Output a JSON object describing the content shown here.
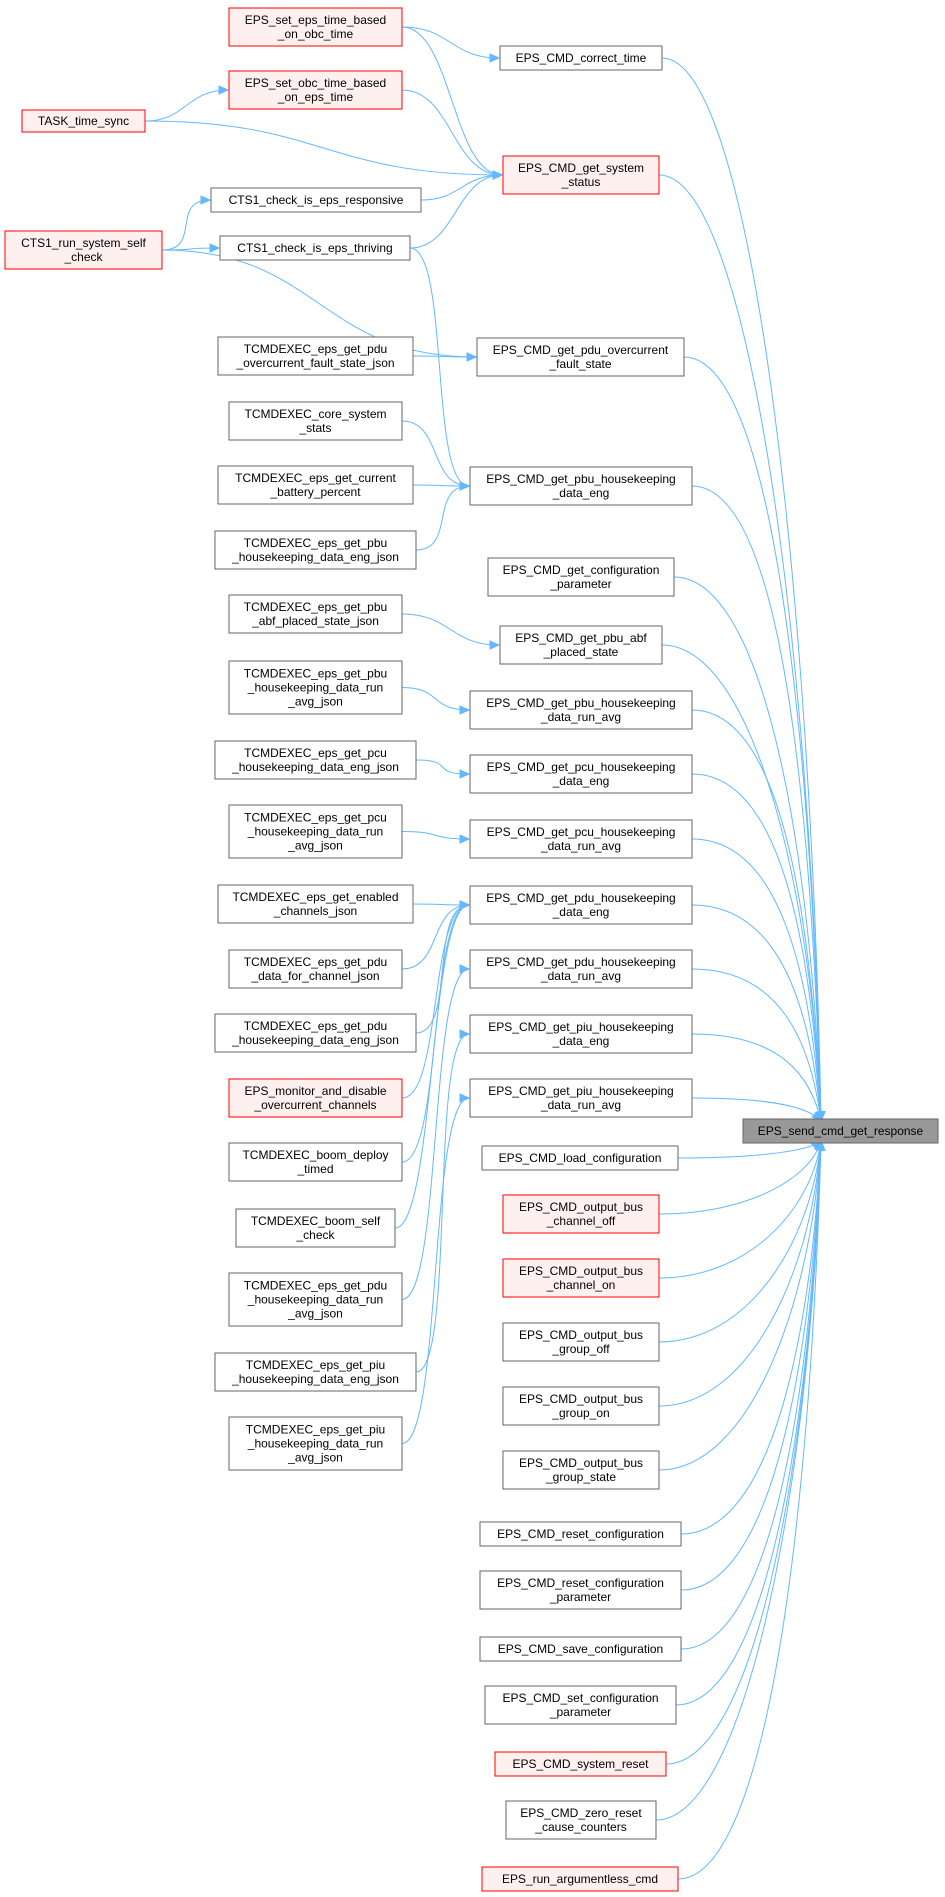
{
  "colors": {
    "edge": "#63b8ff",
    "node_border": "#666666",
    "node_fill": "#ffffff",
    "highlight_border": "#ff0000",
    "highlight_fill": "#fff0f0",
    "focus_fill": "#999999",
    "focus_border": "#666666"
  },
  "nodes": {
    "n_set_eps_time": {
      "lines": [
        "EPS_set_eps_time_based",
        "_on_obc_time"
      ],
      "style": "red"
    },
    "n_set_obc_time": {
      "lines": [
        "EPS_set_obc_time_based",
        "_on_eps_time"
      ],
      "style": "red"
    },
    "n_task_time_sync": {
      "lines": [
        "TASK_time_sync"
      ],
      "style": "red"
    },
    "n_correct_time": {
      "lines": [
        "EPS_CMD_correct_time"
      ],
      "style": "normal"
    },
    "n_get_system_status": {
      "lines": [
        "EPS_CMD_get_system",
        "_status"
      ],
      "style": "red"
    },
    "n_cts1_responsive": {
      "lines": [
        "CTS1_check_is_eps_responsive"
      ],
      "style": "normal"
    },
    "n_cts1_self_check": {
      "lines": [
        "CTS1_run_system_self",
        "_check"
      ],
      "style": "red"
    },
    "n_cts1_thriving": {
      "lines": [
        "CTS1_check_is_eps_thriving"
      ],
      "style": "normal"
    },
    "n_tc_pdu_overcurrent_json": {
      "lines": [
        "TCMDEXEC_eps_get_pdu",
        "_overcurrent_fault_state_json"
      ],
      "style": "normal"
    },
    "n_pdu_overcurrent": {
      "lines": [
        "EPS_CMD_get_pdu_overcurrent",
        "_fault_state"
      ],
      "style": "normal"
    },
    "n_tc_core_stats": {
      "lines": [
        "TCMDEXEC_core_system",
        "_stats"
      ],
      "style": "normal"
    },
    "n_tc_battery_percent": {
      "lines": [
        "TCMDEXEC_eps_get_current",
        "_battery_percent"
      ],
      "style": "normal"
    },
    "n_pbu_hk_eng": {
      "lines": [
        "EPS_CMD_get_pbu_housekeeping",
        "_data_eng"
      ],
      "style": "normal"
    },
    "n_tc_pbu_hk_eng_json": {
      "lines": [
        "TCMDEXEC_eps_get_pbu",
        "_housekeeping_data_eng_json"
      ],
      "style": "normal"
    },
    "n_get_config_param": {
      "lines": [
        "EPS_CMD_get_configuration",
        "_parameter"
      ],
      "style": "normal"
    },
    "n_tc_pbu_abf_json": {
      "lines": [
        "TCMDEXEC_eps_get_pbu",
        "_abf_placed_state_json"
      ],
      "style": "normal"
    },
    "n_pbu_abf": {
      "lines": [
        "EPS_CMD_get_pbu_abf",
        "_placed_state"
      ],
      "style": "normal"
    },
    "n_tc_pbu_hk_run_avg_json": {
      "lines": [
        "TCMDEXEC_eps_get_pbu",
        "_housekeeping_data_run",
        "_avg_json"
      ],
      "style": "normal"
    },
    "n_pbu_hk_run_avg": {
      "lines": [
        "EPS_CMD_get_pbu_housekeeping",
        "_data_run_avg"
      ],
      "style": "normal"
    },
    "n_tc_pcu_hk_eng_json": {
      "lines": [
        "TCMDEXEC_eps_get_pcu",
        "_housekeeping_data_eng_json"
      ],
      "style": "normal"
    },
    "n_pcu_hk_eng": {
      "lines": [
        "EPS_CMD_get_pcu_housekeeping",
        "_data_eng"
      ],
      "style": "normal"
    },
    "n_tc_pcu_hk_run_avg_json": {
      "lines": [
        "TCMDEXEC_eps_get_pcu",
        "_housekeeping_data_run",
        "_avg_json"
      ],
      "style": "normal"
    },
    "n_pcu_hk_run_avg": {
      "lines": [
        "EPS_CMD_get_pcu_housekeeping",
        "_data_run_avg"
      ],
      "style": "normal"
    },
    "n_tc_enabled_channels_json": {
      "lines": [
        "TCMDEXEC_eps_get_enabled",
        "_channels_json"
      ],
      "style": "normal"
    },
    "n_pdu_hk_eng": {
      "lines": [
        "EPS_CMD_get_pdu_housekeeping",
        "_data_eng"
      ],
      "style": "normal"
    },
    "n_tc_pdu_channel_json": {
      "lines": [
        "TCMDEXEC_eps_get_pdu",
        "_data_for_channel_json"
      ],
      "style": "normal"
    },
    "n_pdu_hk_run_avg": {
      "lines": [
        "EPS_CMD_get_pdu_housekeeping",
        "_data_run_avg"
      ],
      "style": "normal"
    },
    "n_tc_pdu_hk_eng_json": {
      "lines": [
        "TCMDEXEC_eps_get_pdu",
        "_housekeeping_data_eng_json"
      ],
      "style": "normal"
    },
    "n_piu_hk_eng": {
      "lines": [
        "EPS_CMD_get_piu_housekeeping",
        "_data_eng"
      ],
      "style": "normal"
    },
    "n_monitor_overcurrent": {
      "lines": [
        "EPS_monitor_and_disable",
        "_overcurrent_channels"
      ],
      "style": "red"
    },
    "n_piu_hk_run_avg": {
      "lines": [
        "EPS_CMD_get_piu_housekeeping",
        "_data_run_avg"
      ],
      "style": "normal"
    },
    "n_send_cmd": {
      "lines": [
        "EPS_send_cmd_get_response"
      ],
      "style": "focus"
    },
    "n_tc_boom_deploy": {
      "lines": [
        "TCMDEXEC_boom_deploy",
        "_timed"
      ],
      "style": "normal"
    },
    "n_load_config": {
      "lines": [
        "EPS_CMD_load_configuration"
      ],
      "style": "normal"
    },
    "n_bus_channel_off": {
      "lines": [
        "EPS_CMD_output_bus",
        "_channel_off"
      ],
      "style": "red"
    },
    "n_tc_boom_self_check": {
      "lines": [
        "TCMDEXEC_boom_self",
        "_check"
      ],
      "style": "normal"
    },
    "n_bus_channel_on": {
      "lines": [
        "EPS_CMD_output_bus",
        "_channel_on"
      ],
      "style": "red"
    },
    "n_tc_pdu_hk_run_avg_json": {
      "lines": [
        "TCMDEXEC_eps_get_pdu",
        "_housekeeping_data_run",
        "_avg_json"
      ],
      "style": "normal"
    },
    "n_bus_group_off": {
      "lines": [
        "EPS_CMD_output_bus",
        "_group_off"
      ],
      "style": "normal"
    },
    "n_tc_piu_hk_eng_json": {
      "lines": [
        "TCMDEXEC_eps_get_piu",
        "_housekeeping_data_eng_json"
      ],
      "style": "normal"
    },
    "n_bus_group_on": {
      "lines": [
        "EPS_CMD_output_bus",
        "_group_on"
      ],
      "style": "normal"
    },
    "n_tc_piu_hk_run_avg_json": {
      "lines": [
        "TCMDEXEC_eps_get_piu",
        "_housekeeping_data_run",
        "_avg_json"
      ],
      "style": "normal"
    },
    "n_bus_group_state": {
      "lines": [
        "EPS_CMD_output_bus",
        "_group_state"
      ],
      "style": "normal"
    },
    "n_reset_config": {
      "lines": [
        "EPS_CMD_reset_configuration"
      ],
      "style": "normal"
    },
    "n_reset_config_param": {
      "lines": [
        "EPS_CMD_reset_configuration",
        "_parameter"
      ],
      "style": "normal"
    },
    "n_save_config": {
      "lines": [
        "EPS_CMD_save_configuration"
      ],
      "style": "normal"
    },
    "n_set_config_param": {
      "lines": [
        "EPS_CMD_set_configuration",
        "_parameter"
      ],
      "style": "normal"
    },
    "n_system_reset": {
      "lines": [
        "EPS_CMD_system_reset"
      ],
      "style": "red"
    },
    "n_zero_reset": {
      "lines": [
        "EPS_CMD_zero_reset",
        "_cause_counters"
      ],
      "style": "normal"
    },
    "n_argless": {
      "lines": [
        "EPS_run_argumentless_cmd"
      ],
      "style": "red"
    }
  },
  "edges": [
    [
      "n_set_eps_time",
      "n_correct_time"
    ],
    [
      "n_set_eps_time",
      "n_get_system_status"
    ],
    [
      "n_set_obc_time",
      "n_get_system_status"
    ],
    [
      "n_task_time_sync",
      "n_set_obc_time"
    ],
    [
      "n_task_time_sync",
      "n_get_system_status"
    ],
    [
      "n_cts1_responsive",
      "n_get_system_status"
    ],
    [
      "n_cts1_thriving",
      "n_get_system_status"
    ],
    [
      "n_cts1_self_check",
      "n_cts1_responsive"
    ],
    [
      "n_cts1_self_check",
      "n_cts1_thriving"
    ],
    [
      "n_cts1_self_check",
      "n_pdu_overcurrent"
    ],
    [
      "n_cts1_thriving",
      "n_pbu_hk_eng"
    ],
    [
      "n_tc_pdu_overcurrent_json",
      "n_pdu_overcurrent"
    ],
    [
      "n_tc_core_stats",
      "n_pbu_hk_eng"
    ],
    [
      "n_tc_battery_percent",
      "n_pbu_hk_eng"
    ],
    [
      "n_tc_pbu_hk_eng_json",
      "n_pbu_hk_eng"
    ],
    [
      "n_tc_pbu_abf_json",
      "n_pbu_abf"
    ],
    [
      "n_tc_pbu_hk_run_avg_json",
      "n_pbu_hk_run_avg"
    ],
    [
      "n_tc_pcu_hk_eng_json",
      "n_pcu_hk_eng"
    ],
    [
      "n_tc_pcu_hk_run_avg_json",
      "n_pcu_hk_run_avg"
    ],
    [
      "n_tc_enabled_channels_json",
      "n_pdu_hk_eng"
    ],
    [
      "n_tc_pdu_channel_json",
      "n_pdu_hk_eng"
    ],
    [
      "n_tc_pdu_hk_eng_json",
      "n_pdu_hk_eng"
    ],
    [
      "n_monitor_overcurrent",
      "n_pdu_hk_eng"
    ],
    [
      "n_tc_boom_deploy",
      "n_pdu_hk_eng"
    ],
    [
      "n_tc_boom_self_check",
      "n_pdu_hk_eng"
    ],
    [
      "n_tc_pdu_hk_run_avg_json",
      "n_pdu_hk_run_avg"
    ],
    [
      "n_tc_piu_hk_eng_json",
      "n_piu_hk_eng"
    ],
    [
      "n_tc_piu_hk_run_avg_json",
      "n_piu_hk_run_avg"
    ],
    [
      "n_correct_time",
      "n_send_cmd"
    ],
    [
      "n_get_system_status",
      "n_send_cmd"
    ],
    [
      "n_pdu_overcurrent",
      "n_send_cmd"
    ],
    [
      "n_pbu_hk_eng",
      "n_send_cmd"
    ],
    [
      "n_get_config_param",
      "n_send_cmd"
    ],
    [
      "n_pbu_abf",
      "n_send_cmd"
    ],
    [
      "n_pbu_hk_run_avg",
      "n_send_cmd"
    ],
    [
      "n_pcu_hk_eng",
      "n_send_cmd"
    ],
    [
      "n_pcu_hk_run_avg",
      "n_send_cmd"
    ],
    [
      "n_pdu_hk_eng",
      "n_send_cmd"
    ],
    [
      "n_pdu_hk_run_avg",
      "n_send_cmd"
    ],
    [
      "n_piu_hk_eng",
      "n_send_cmd"
    ],
    [
      "n_piu_hk_run_avg",
      "n_send_cmd"
    ],
    [
      "n_load_config",
      "n_send_cmd"
    ],
    [
      "n_bus_channel_off",
      "n_send_cmd"
    ],
    [
      "n_bus_channel_on",
      "n_send_cmd"
    ],
    [
      "n_bus_group_off",
      "n_send_cmd"
    ],
    [
      "n_bus_group_on",
      "n_send_cmd"
    ],
    [
      "n_bus_group_state",
      "n_send_cmd"
    ],
    [
      "n_reset_config",
      "n_send_cmd"
    ],
    [
      "n_reset_config_param",
      "n_send_cmd"
    ],
    [
      "n_save_config",
      "n_send_cmd"
    ],
    [
      "n_set_config_param",
      "n_send_cmd"
    ],
    [
      "n_system_reset",
      "n_send_cmd"
    ],
    [
      "n_zero_reset",
      "n_send_cmd"
    ],
    [
      "n_argless",
      "n_send_cmd"
    ]
  ]
}
